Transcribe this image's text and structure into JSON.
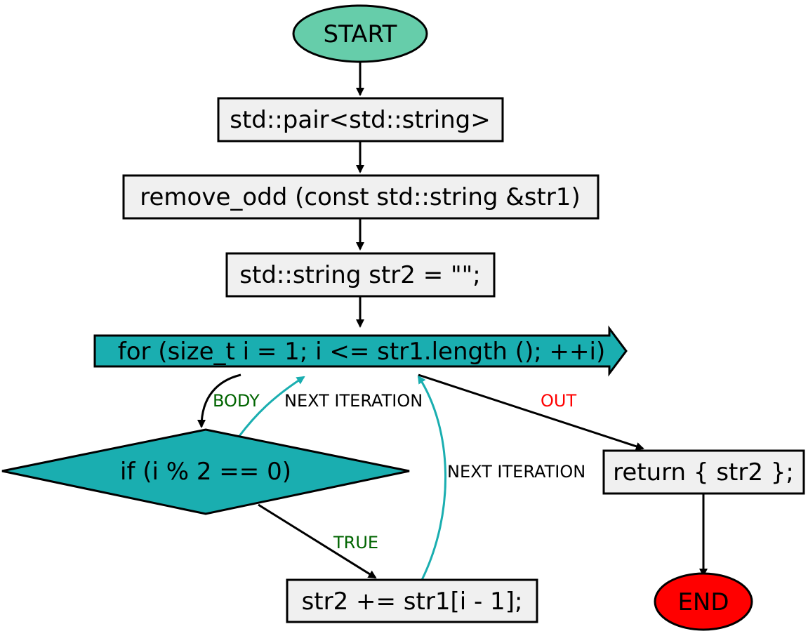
{
  "diagram": {
    "colors": {
      "start_fill": "#66cdaa",
      "end_fill": "#ff0000",
      "box_fill": "#f0f0f0",
      "loop_fill": "#1aaeb0",
      "loop_edge": "#1aaeb0",
      "label_green": "#006400",
      "label_red": "#ff0000",
      "label_black": "#000000"
    },
    "nodes": {
      "start": "START",
      "signature_return": "std::pair<std::string>",
      "signature": "remove_odd (const std::string &str1)",
      "init": "std::string str2 = \"\";",
      "loop": "for (size_t i = 1; i <= str1.length (); ++i)",
      "condition": "if (i % 2 == 0)",
      "append": "str2 += str1[i - 1];",
      "return": "return { str2 };",
      "end": "END"
    },
    "edge_labels": {
      "body": "BODY",
      "next_iteration_1": "NEXT ITERATION",
      "next_iteration_2": "NEXT ITERATION",
      "out": "OUT",
      "true": "TRUE"
    }
  }
}
